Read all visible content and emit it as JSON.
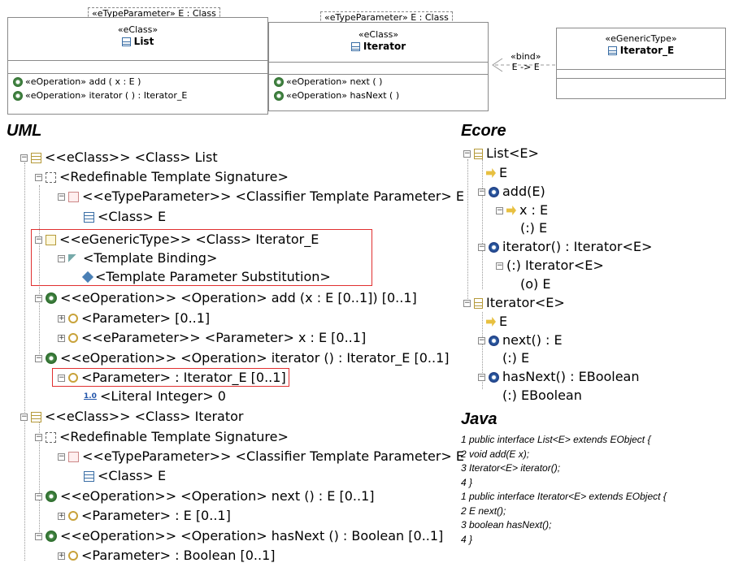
{
  "diagram": {
    "list_class": {
      "type_param": "«eTypeParameter» E : Class",
      "stereotype": "«eClass»",
      "name": "List",
      "ops": [
        "«eOperation» add ( x : E )",
        "«eOperation» iterator ( ) : Iterator_E"
      ]
    },
    "iterator_class": {
      "type_param": "«eTypeParameter» E : Class",
      "stereotype": "«eClass»",
      "name": "Iterator",
      "ops": [
        "«eOperation» next ( )",
        "«eOperation» hasNext ( )"
      ]
    },
    "bind": {
      "label": "«bind»",
      "sub": "E -> E"
    },
    "generic_class": {
      "stereotype": "«eGenericType»",
      "name": "Iterator_E"
    }
  },
  "headings": {
    "uml": "UML",
    "ecore": "Ecore",
    "java": "Java"
  },
  "uml_tree": [
    "<<eClass>> <Class> List",
    "<Redefinable Template Signature>",
    "<<eTypeParameter>> <Classifier Template Parameter> E",
    "<Class> E",
    "<<eGenericType>> <Class> Iterator_E",
    "<Template Binding>",
    "<Template Parameter Substitution>",
    "<<eOperation>> <Operation> add (x : E [0..1]) [0..1]",
    "<Parameter> [0..1]",
    "<<eParameter>> <Parameter> x : E [0..1]",
    "<<eOperation>> <Operation> iterator () : Iterator_E [0..1]",
    "<Parameter> : Iterator_E [0..1]",
    "<Literal Integer> 0",
    "<<eClass>> <Class> Iterator",
    "<Redefinable Template Signature>",
    "<<eTypeParameter>> <Classifier Template Parameter> E",
    "<Class> E",
    "<<eOperation>> <Operation> next () : E [0..1]",
    "<Parameter> : E [0..1]",
    "<<eOperation>> <Operation> hasNext () : Boolean [0..1]",
    "<Parameter> : Boolean [0..1]"
  ],
  "literal_icon": "1.0",
  "ecore_tree": [
    "List<E>",
    "E",
    "add(E)",
    "x : E",
    "(:) E",
    "iterator() : Iterator<E>",
    "(:) Iterator<E>",
    "(o) E",
    "Iterator<E>",
    "E",
    "next() : E",
    "(:) E",
    "hasNext() : EBoolean",
    "(:) EBoolean"
  ],
  "java_lines": [
    "1 public interface List<E> extends EObject {",
    "2  void add(E x);",
    "3  Iterator<E> iterator();",
    "4 }",
    "1 public interface Iterator<E> extends EObject {",
    "2  E next();",
    "3  boolean hasNext();",
    "4 }"
  ],
  "colors": {
    "highlight": "#e03030",
    "border": "#8a8a8a"
  }
}
